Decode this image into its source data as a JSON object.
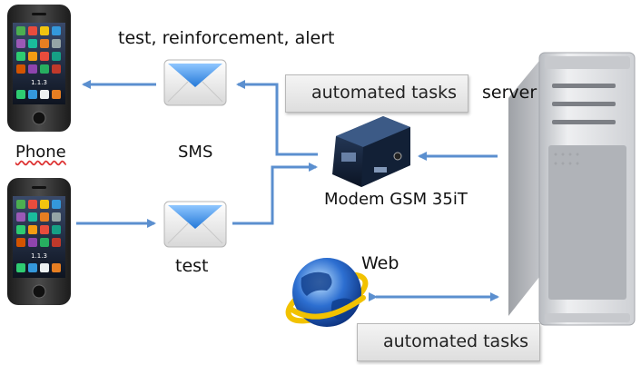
{
  "labels": {
    "top_message": "test, reinforcement, alert",
    "phone": "Phone",
    "sms": "SMS",
    "test": "test",
    "modem": "Modem GSM 35iT",
    "server": "server",
    "web": "Web"
  },
  "boxes": {
    "tasks_top": "automated tasks",
    "tasks_bottom": "automated tasks"
  },
  "phone_screen": {
    "version": "1.1.3"
  },
  "colors": {
    "arrow": "#5b8fcf",
    "envelope_flap": "#3a8ee0",
    "phone_body": "#2d2d2d",
    "modem_body": "#17263d",
    "server_body": "#d9dbdf",
    "globe": "#2d6fd1",
    "globe_ring": "#f2c200"
  },
  "icons": [
    "phone-icon",
    "envelope-icon",
    "modem-icon",
    "server-icon",
    "globe-icon"
  ]
}
